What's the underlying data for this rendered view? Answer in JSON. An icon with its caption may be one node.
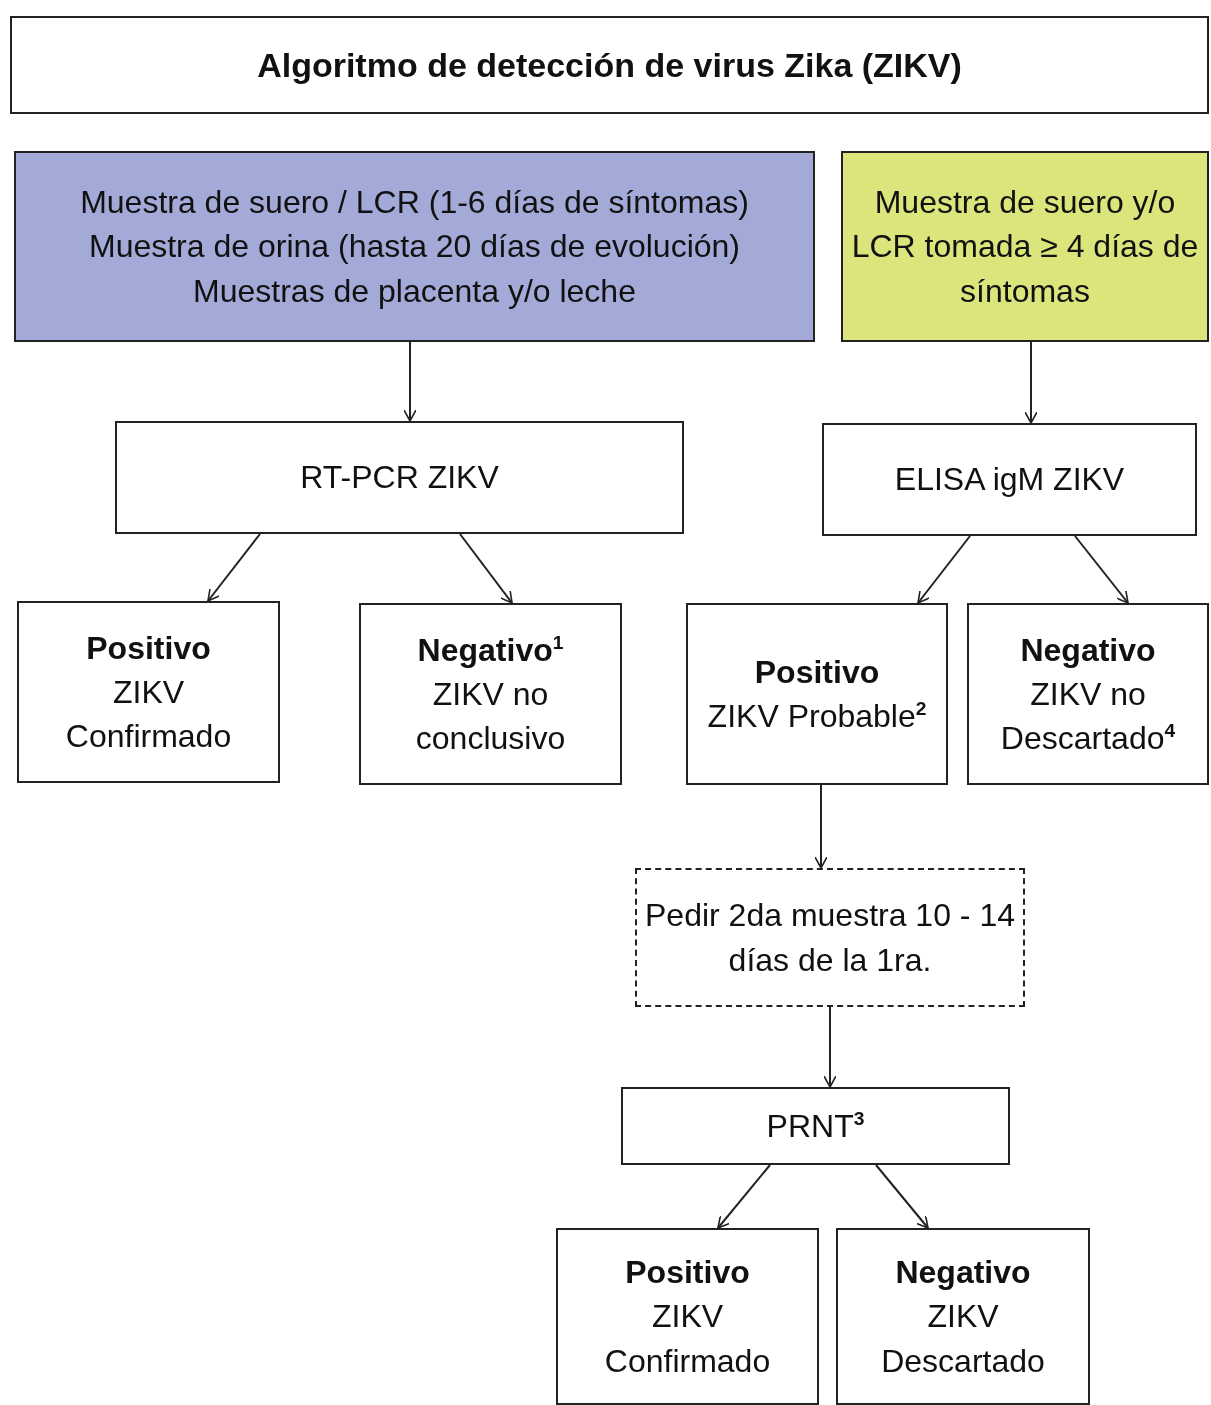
{
  "diagram": {
    "title": "Algoritmo de detección de virus Zika (ZIKV)",
    "nodes": [
      {
        "text": [
          "Muestra de suero / LCR (1-6 días de síntomas)",
          "Muestra de orina (hasta 20 días de evolución)",
          "Muestras de placenta y/o leche"
        ]
      },
      {
        "text": [
          "Muestra de suero y/o LCR tomada ≥ 4 días de síntomas"
        ]
      },
      {
        "text": [
          "RT-PCR ZIKV"
        ]
      },
      {
        "text": [
          "ELISA igM ZIKV"
        ]
      },
      {
        "text": [
          "Positivo",
          "ZIKV Confirmado"
        ]
      },
      {
        "text": [
          "Negativo$^{1}$",
          "ZIKV no conclusivo"
        ]
      },
      {
        "text": [
          "Positivo",
          "ZIKV Probable$^{2}$"
        ]
      },
      {
        "text": [
          "Negativo",
          "ZIKV no Descartado$^{4}$"
        ]
      },
      {
        "text": [
          "Pedir 2da muestra 10 - 14 días de la 1ra."
        ]
      },
      {
        "text": [
          "PRNT$^{3}$"
        ]
      },
      {
        "text": [
          "Positivo",
          "ZIKV Confirmado"
        ]
      },
      {
        "text": [
          "Negativo",
          "ZIKV Descartado"
        ]
      }
    ],
    "edges": [
      {
        "from": 0,
        "to": 2,
        "arrow": "to"
      },
      {
        "from": 1,
        "to": 3,
        "arrow": "to"
      },
      {
        "from": 2,
        "to": 4,
        "arrow": "to"
      },
      {
        "from": 2,
        "to": 5,
        "arrow": "to"
      },
      {
        "from": 3,
        "to": 6,
        "arrow": "to"
      },
      {
        "from": 3,
        "to": 7,
        "arrow": "to"
      },
      {
        "from": 6,
        "to": 8,
        "arrow": "to"
      },
      {
        "from": 8,
        "to": 9,
        "arrow": "to"
      },
      {
        "from": 9,
        "to": 10,
        "arrow": "to"
      },
      {
        "from": 9,
        "to": 11,
        "arrow": "to"
      }
    ]
  }
}
